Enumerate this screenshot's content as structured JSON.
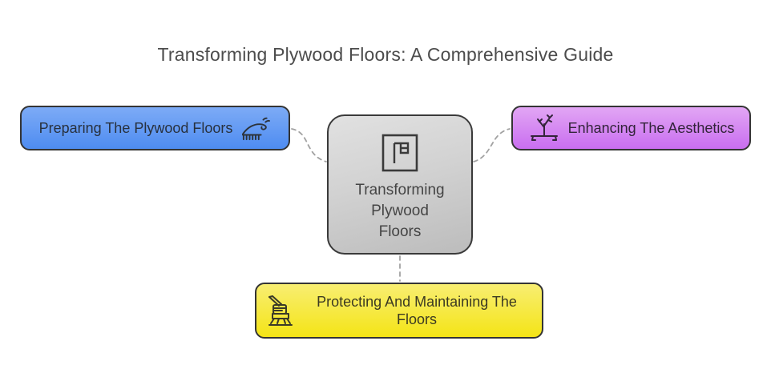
{
  "title": "Transforming Plywood Floors: A Comprehensive Guide",
  "center_node": {
    "label": "Transforming Plywood Floors",
    "lines": [
      "Transforming",
      "Plywood",
      "Floors"
    ],
    "icon": "floorplan-icon",
    "fill_top": "#e1e1e1",
    "fill_bottom": "#bcbcbc",
    "border_color": "#3a3a3a"
  },
  "branch_nodes": [
    {
      "label": "Preparing The Plywood Floors",
      "icon": "hand-plane-icon",
      "fill_top": "#7dabf6",
      "fill_bottom": "#4e8cf1",
      "border_color": "#343434"
    },
    {
      "label": "Enhancing The Aesthetics",
      "icon": "decor-branch-icon",
      "fill_top": "#e2a6f4",
      "fill_bottom": "#c96ef0",
      "border_color": "#343434"
    },
    {
      "label": "Protecting And Maintaining The Floors",
      "icon": "floor-polisher-icon",
      "fill_top": "#f8ee72",
      "fill_bottom": "#f4e416",
      "border_color": "#343434"
    }
  ],
  "connector": {
    "color": "#a2a2a2",
    "style": "dashed"
  }
}
